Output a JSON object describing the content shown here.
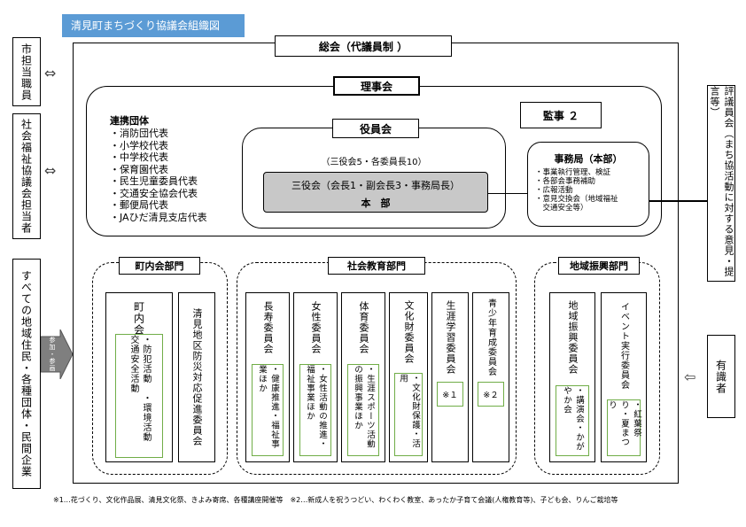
{
  "title": "清見町まちづくり協議会組織図",
  "left": {
    "box1": "市担当職員",
    "box2": "社会福祉協議会担当者",
    "box3": "すべての地域住民・各種団体・民間企業",
    "arrow_label": "参加・参画"
  },
  "right": {
    "box1": "評議員会（まち協活動に対する意見・提言等）",
    "box2": "有識者"
  },
  "general": "総会（代議員制 ）",
  "board": "理事会",
  "auditor": "監事 ２",
  "officers": {
    "title": "役員会",
    "sub": "（三役会5・各委員長10）",
    "inner_line1": "三役会（会長1・副会長3・事務局長）",
    "inner_line2": "本　部"
  },
  "partners": {
    "title": "連携団体",
    "items": [
      "・消防団代表",
      "・小学校代表",
      "・中学校代表",
      "・保育園代表",
      "・民生児童委員代表",
      "・交通安全協会代表",
      "・郵便局代表",
      "・JAひだ清見支店代表"
    ]
  },
  "secretariat": {
    "title": "事務局（本部）",
    "items": [
      "・事業執行管理、検証",
      "・各部会事務補助",
      "・広報活動",
      "・意見交換会（地域福祉",
      "　交通安全等）"
    ]
  },
  "depts": {
    "town": {
      "title": "町内会部門",
      "c1_name": "町内会",
      "c1_act": "・防犯活動　・環境活動　交通安全活動",
      "c2_name": "清見地区防災対応促進委員会"
    },
    "social": {
      "title": "社会教育部門",
      "cols": [
        {
          "name": "長寿委員会",
          "act": "・健康推進・福祉事業ほか"
        },
        {
          "name": "女性委員会",
          "act": "・女性活動の推進・福祉事業ほか"
        },
        {
          "name": "体育委員会",
          "act": "・生涯スポーツ活動の振興事業ほか"
        },
        {
          "name": "文化財委員会",
          "act": "・文化財保護・活用"
        },
        {
          "name": "生涯学習委員会",
          "act": "※１"
        },
        {
          "name": "青少年育成委員会",
          "act": "※２"
        }
      ]
    },
    "regional": {
      "title": "地域振興部門",
      "cols": [
        {
          "name": "地域振興委員会",
          "act": "・講演会・かがやか会"
        },
        {
          "name": "イベント実行委員会",
          "act": "・紅葉祭り・夏まつり"
        }
      ]
    }
  },
  "footnote": "※1…花づくり、文化作品展、清見文化祭、きよみ寄席、各種講座開催等　※2…新成人を祝うつどい、わくわく教室、あったか子育て会議(人権教育等)、子ども会、りんご栽培等"
}
